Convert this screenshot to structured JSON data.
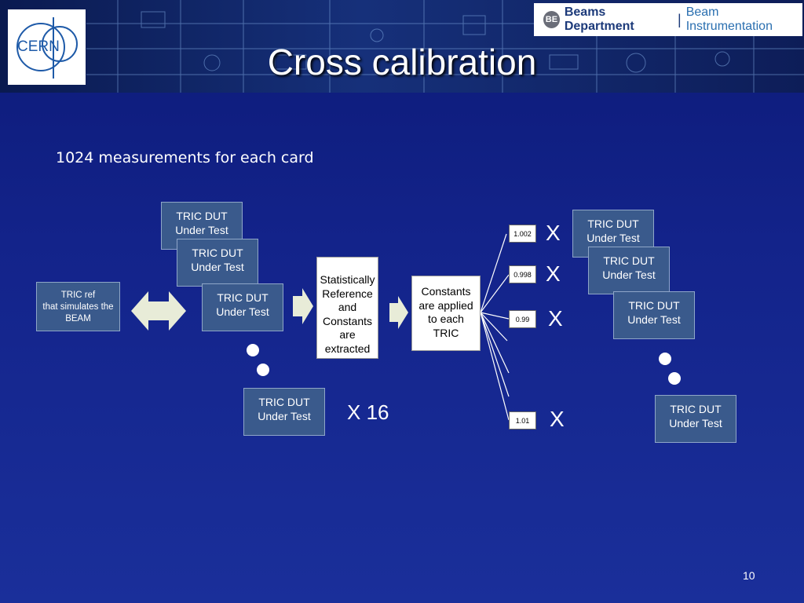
{
  "header": {
    "title": "Cross calibration",
    "logo_text": "CERN",
    "be_badge": "BE",
    "be_department": "Beams Department",
    "be_separator": "|",
    "be_group": "Beam Instrumentation"
  },
  "subtitle": "1024 measurements for each card",
  "ref_box": {
    "line1": "TRIC ref",
    "line2": "that simulates the",
    "line3": "BEAM"
  },
  "dut": {
    "line1": "TRIC DUT",
    "line2": "Under Test"
  },
  "statistics_box": [
    "Statistically",
    "Reference",
    "and",
    "Constants",
    "are",
    "extracted"
  ],
  "constants_box": [
    "Constants",
    "are applied",
    "to each",
    "TRIC"
  ],
  "constants": [
    "1.002",
    "0.998",
    "0.99",
    "1.01"
  ],
  "multiply_mark": "X",
  "multiplier": "X 16",
  "page_number": "10",
  "colors": {
    "background": "#13238a",
    "box_fill": "#3a5a8c",
    "arrow_fill": "#e8ecd8",
    "text": "#ffffff"
  }
}
